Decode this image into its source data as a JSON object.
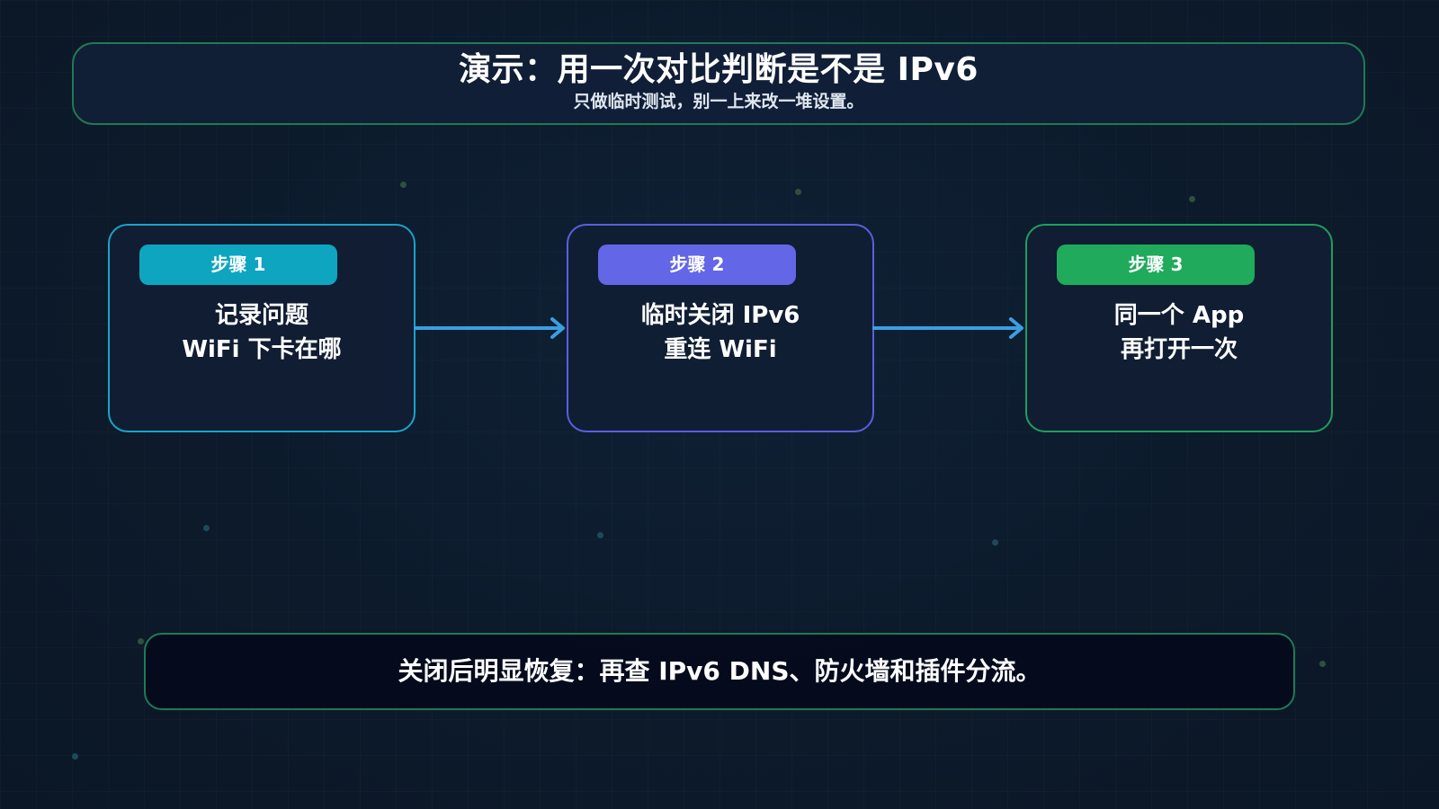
{
  "header": {
    "title": "演示：用一次对比判断是不是 IPv6",
    "subtitle": "只做临时测试，别一上来改一堆设置。"
  },
  "steps": [
    {
      "badge": "步骤 1",
      "lines": [
        "记录问题",
        "WiFi 下卡在哪"
      ],
      "accent_color": "#0ea5c0",
      "border_color": "#1aa3c9"
    },
    {
      "badge": "步骤 2",
      "lines": [
        "临时关闭 IPv6",
        "重连 WiFi"
      ],
      "accent_color": "#6366e6",
      "border_color": "#5a5fdc"
    },
    {
      "badge": "步骤 3",
      "lines": [
        "同一个 App",
        "再打开一次"
      ],
      "accent_color": "#1faa5c",
      "border_color": "#1f9e5e"
    }
  ],
  "connector_color": "#3b9ee0",
  "footer": {
    "text": "关闭后明显恢复：再查 IPv6 DNS、防火墙和插件分流。"
  }
}
